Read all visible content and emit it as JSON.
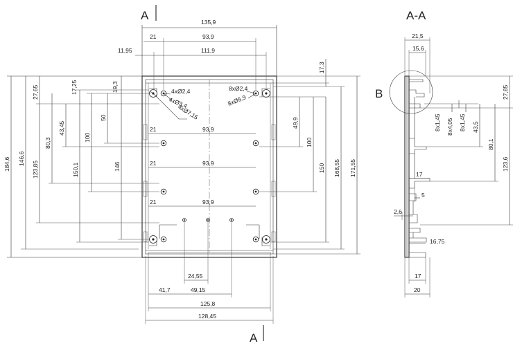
{
  "section_labels": {
    "cut_top": "A",
    "cut_bottom": "A",
    "section_view_title": "A-A",
    "detail_label": "B"
  },
  "hole_callouts": {
    "small_a": "4xØ2,4",
    "medium": "4xØ3,4",
    "large": "4xØ7,15",
    "small_b": "8xØ2,4",
    "pillar": "8xØ5,9"
  },
  "front_view": {
    "top_dims": [
      "135,9",
      "21",
      "93,9",
      "11,95",
      "111,9"
    ],
    "left_dims": [
      "184,6",
      "146,6",
      "27,65",
      "123,85",
      "17,25",
      "80,3",
      "43,45",
      "150,1",
      "100",
      "50",
      "19,3",
      "146"
    ],
    "right_dims": [
      "17,3",
      "49,9",
      "100",
      "150",
      "168,55",
      "171,55"
    ],
    "inner_dims": [
      "21",
      "93,9",
      "21",
      "93,9",
      "21",
      "93,9"
    ],
    "bottom_dims": [
      "24,55",
      "41,7",
      "49,15",
      "125,8",
      "128,45"
    ]
  },
  "side_view": {
    "top_dims": [
      "21,5",
      "15,6"
    ],
    "right_dims": [
      "27,85",
      "8x1,45",
      "8x4,05",
      "8x1,45",
      "43,5",
      "80,1",
      "123,6"
    ],
    "inner_dims": [
      "17",
      "5",
      "2,6",
      "16,75"
    ],
    "bottom_dims": [
      "17",
      "20"
    ]
  }
}
